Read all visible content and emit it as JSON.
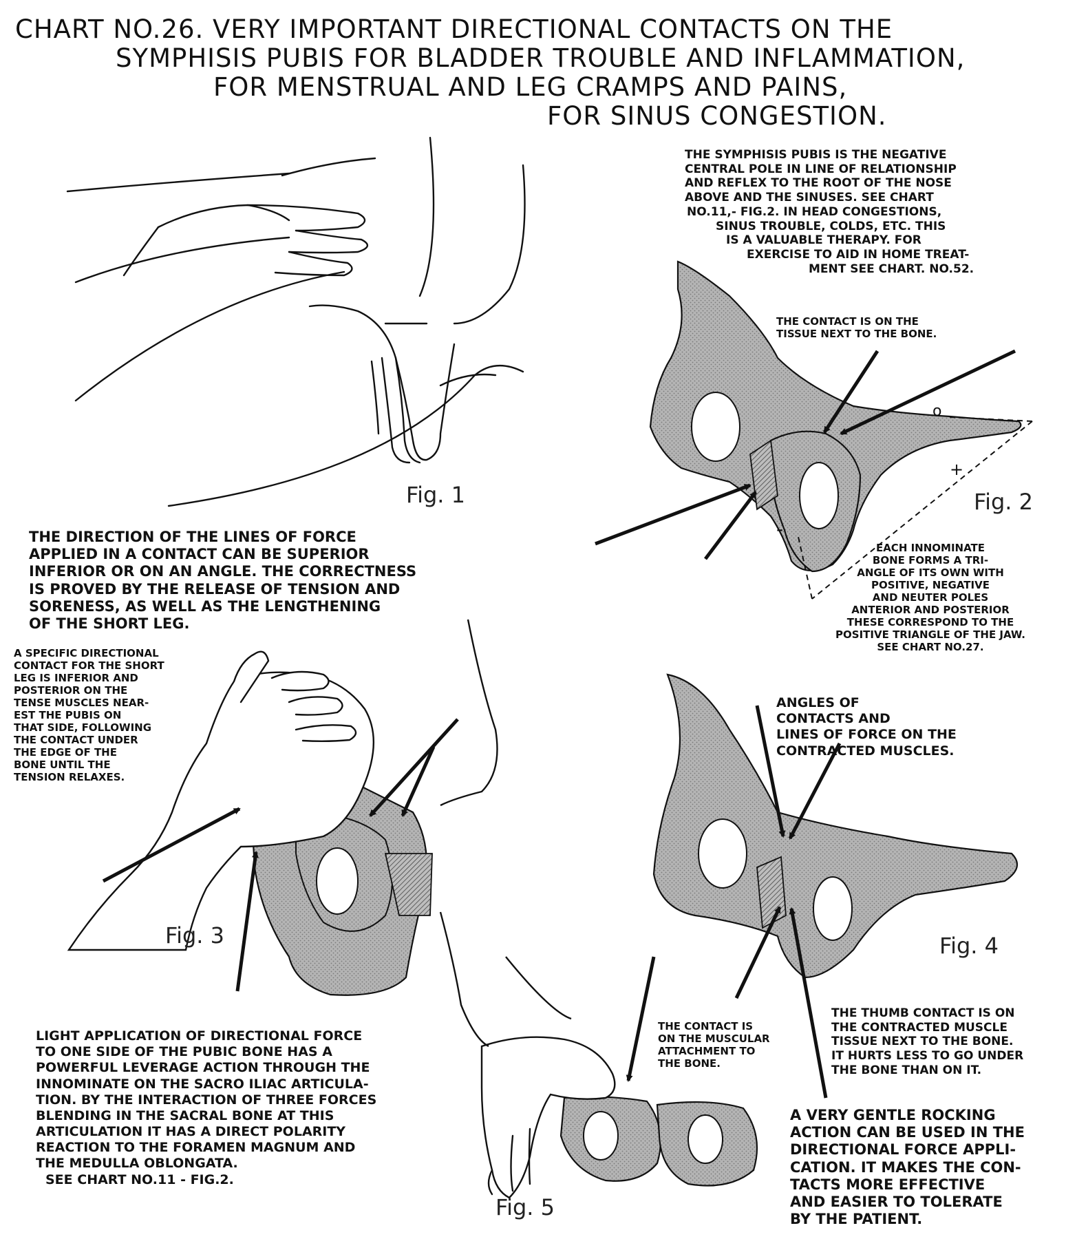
{
  "title": {
    "line1": "CHART NO.26.  VERY IMPORTANT DIRECTIONAL CONTACTS ON THE",
    "line2": "SYMPHISIS PUBIS FOR BLADDER TROUBLE AND INFLAMMATION,",
    "line3": "FOR MENSTRUAL AND LEG CRAMPS AND PAINS,",
    "line4": "FOR SINUS CONGESTION."
  },
  "figure_labels": {
    "fig1": "Fig. 1",
    "fig2": "Fig. 2",
    "fig3": "Fig. 3",
    "fig4": "Fig. 4",
    "fig5": "Fig. 5"
  },
  "pole_marks": {
    "neuter": "o",
    "positive": "+",
    "negative": "-"
  },
  "captions": {
    "symphisis": [
      "THE SYMPHISIS PUBIS IS THE NEGATIVE",
      "CENTRAL POLE IN LINE OF RELATIONSHIP",
      "AND REFLEX TO THE ROOT OF THE NOSE",
      "ABOVE AND THE SINUSES. SEE CHART",
      "NO.11,- FIG.2. IN HEAD CONGESTIONS,",
      "SINUS TROUBLE, COLDS, ETC. THIS",
      "IS A VALUABLE THERAPY. FOR",
      "EXERCISE TO AID IN HOME TREAT-",
      "MENT SEE CHART. NO.52."
    ],
    "contact_tissue": [
      "THE CONTACT IS ON THE",
      "TISSUE NEXT TO THE BONE."
    ],
    "direction": [
      "THE DIRECTION OF THE LINES OF FORCE",
      "APPLIED IN A CONTACT CAN BE SUPERIOR",
      "INFERIOR OR ON AN ANGLE. THE CORRECTNESS",
      "IS PROVED BY THE RELEASE OF TENSION AND",
      "SORENESS, AS WELL AS THE LENGTHENING",
      "OF THE SHORT LEG."
    ],
    "innominate": [
      "EACH INNOMINATE",
      "BONE FORMS A TRI-",
      "ANGLE OF ITS OWN WITH",
      "POSITIVE, NEGATIVE",
      "AND NEUTER POLES",
      "ANTERIOR AND POSTERIOR",
      "THESE CORRESPOND TO THE",
      "POSITIVE TRIANGLE OF THE JAW.",
      "SEE CHART NO.27."
    ],
    "specific": [
      "A SPECIFIC DIRECTIONAL",
      "CONTACT FOR THE SHORT",
      "LEG IS INFERIOR AND",
      "POSTERIOR ON THE",
      "TENSE MUSCLES NEAR-",
      "EST THE PUBIS ON",
      "THAT SIDE, FOLLOWING",
      "THE CONTACT UNDER",
      "THE EDGE OF THE",
      "BONE UNTIL THE",
      "TENSION RELAXES."
    ],
    "angles": [
      "ANGLES OF",
      "CONTACTS AND",
      "LINES OF FORCE ON THE",
      "CONTRACTED MUSCLES."
    ],
    "light": [
      "LIGHT APPLICATION OF DIRECTIONAL FORCE",
      "TO ONE SIDE OF THE PUBIC BONE HAS A",
      "POWERFUL LEVERAGE ACTION THROUGH THE",
      "INNOMINATE ON THE SACRO ILIAC ARTICULA-",
      "TION. BY THE INTERACTION OF THREE FORCES",
      "BLENDING IN THE SACRAL BONE AT THIS",
      "ARTICULATION IT HAS A DIRECT POLARITY",
      "REACTION TO THE FORAMEN MAGNUM AND",
      "THE MEDULLA OBLONGATA.",
      "SEE CHART NO.11 - FIG.2."
    ],
    "muscular": [
      "THE CONTACT IS",
      "ON THE MUSCULAR",
      "ATTACHMENT TO",
      "THE BONE."
    ],
    "thumb": [
      "THE THUMB CONTACT IS ON",
      "THE CONTRACTED MUSCLE",
      "TISSUE NEXT TO THE BONE.",
      "IT HURTS LESS TO GO UNDER",
      "THE BONE THAN ON IT."
    ],
    "rocking": [
      "A VERY GENTLE ROCKING",
      "ACTION CAN BE USED IN THE",
      "DIRECTIONAL FORCE APPLI-",
      "CATION. IT MAKES THE CON-",
      "TACTS MORE EFFECTIVE",
      "AND EASIER TO TOLERATE",
      "BY THE PATIENT."
    ]
  },
  "colors": {
    "ink": "#111111",
    "bone_fill": "#a9a9a9",
    "bone_shade": "#8a8a8a",
    "paper": "#ffffff"
  }
}
